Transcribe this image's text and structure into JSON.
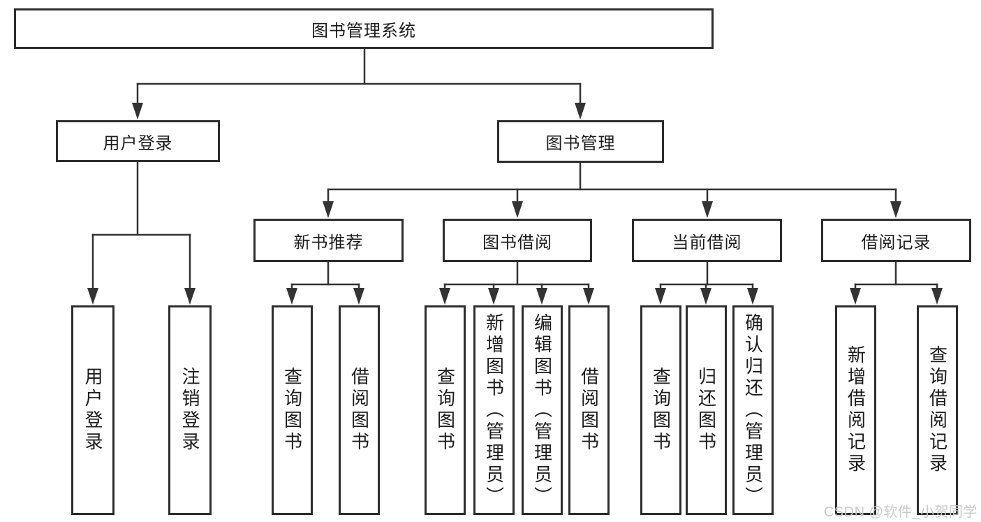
{
  "diagram_title": "图书管理系统",
  "tree": {
    "label": "图书管理系统",
    "children": [
      {
        "label": "用户登录",
        "children": [
          {
            "label": "用户登录"
          },
          {
            "label": "注销登录"
          }
        ]
      },
      {
        "label": "图书管理",
        "children": [
          {
            "label": "新书推荐",
            "children": [
              {
                "label": "查询图书"
              },
              {
                "label": "借阅图书"
              }
            ]
          },
          {
            "label": "图书借阅",
            "children": [
              {
                "label": "查询图书"
              },
              {
                "label": "新增图书（管理员）"
              },
              {
                "label": "编辑图书（管理员）"
              },
              {
                "label": "借阅图书"
              }
            ]
          },
          {
            "label": "当前借阅",
            "children": [
              {
                "label": "查询图书"
              },
              {
                "label": "归还图书"
              },
              {
                "label": "确认归还（管理员）"
              }
            ]
          },
          {
            "label": "借阅记录",
            "children": [
              {
                "label": "新增借阅记录"
              },
              {
                "label": "查询借阅记录"
              }
            ]
          }
        ]
      }
    ]
  },
  "watermark": {
    "text": "CSDN @软件_小贺同学",
    "color": "#c9c9c9"
  },
  "colors": {
    "line": "#333333",
    "box_border": "#2d2d2d",
    "box_background": "#ffffff",
    "text": "#1b1b1b",
    "page_background": "#ffffff"
  }
}
